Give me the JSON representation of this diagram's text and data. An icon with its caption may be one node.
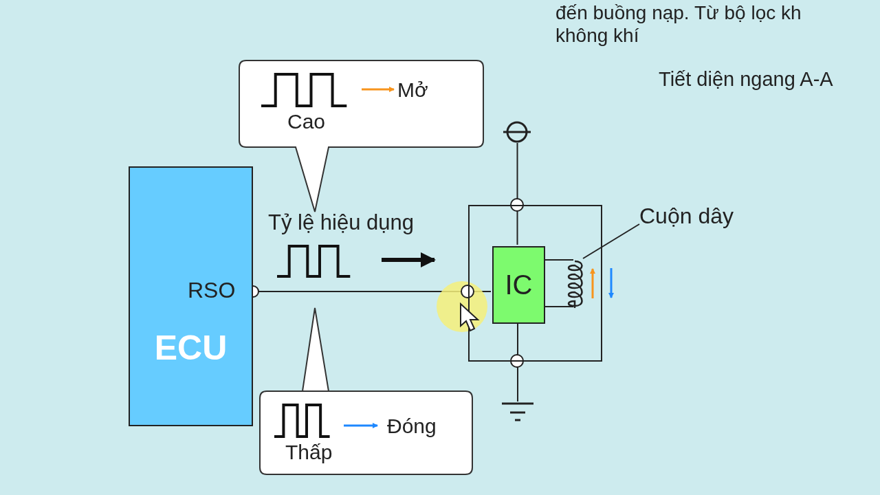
{
  "diagram": {
    "nodes": [
      {
        "text": [
          "Mở",
          "Cao"
        ]
      },
      {
        "text": [
          "ECU"
        ]
      },
      {
        "text": [],
        "shape": "circle"
      },
      {
        "text": [],
        "shape": "box"
      },
      {
        "text": [
          "IC"
        ],
        "in": 3
      },
      {
        "text": [],
        "shape": "coil",
        "in": 3
      },
      {
        "text": [
          "Cuộn dây"
        ]
      },
      {
        "text": [],
        "shape": "ground"
      },
      {
        "text": [
          "Đóng",
          "Thấp"
        ]
      }
    ],
    "edges": [
      {
        "from": 1,
        "to": 4,
        "arrow": "other"
      },
      {
        "from": 2,
        "to": 4,
        "arrow": "none"
      },
      {
        "from": 4,
        "to": 7,
        "arrow": "none"
      },
      {
        "from": 4,
        "to": 5,
        "arrow": "none"
      },
      {
        "from": 4,
        "to": 5,
        "arrow": "none"
      },
      {
        "from": 6,
        "to": 5,
        "arrow": "none"
      }
    ],
    "labels": [
      "đến buồng nạp. Từ bộ lọc kh",
      "không khí",
      "Tiết diện ngang A-A",
      "Tỷ lệ hiệu dụng",
      "RSO"
    ]
  }
}
